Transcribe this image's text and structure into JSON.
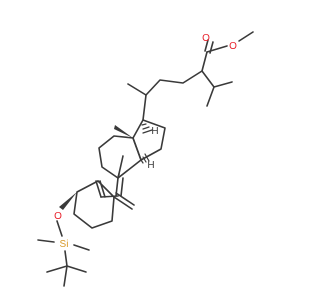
{
  "molecule": {
    "atom_labels": {
      "ester_carbonyl_oxygen": "O",
      "ester_ether_oxygen": "O",
      "silyl_ether_oxygen": "O",
      "silicon": "Si",
      "stereo_hydrogen_upper": "H",
      "stereo_hydrogen_lower": "H"
    },
    "colors": {
      "bond": "#3a3a3a",
      "oxygen": "#e8202a",
      "silicon": "#d89a2a",
      "hydrogen": "#3a3a3a"
    }
  }
}
